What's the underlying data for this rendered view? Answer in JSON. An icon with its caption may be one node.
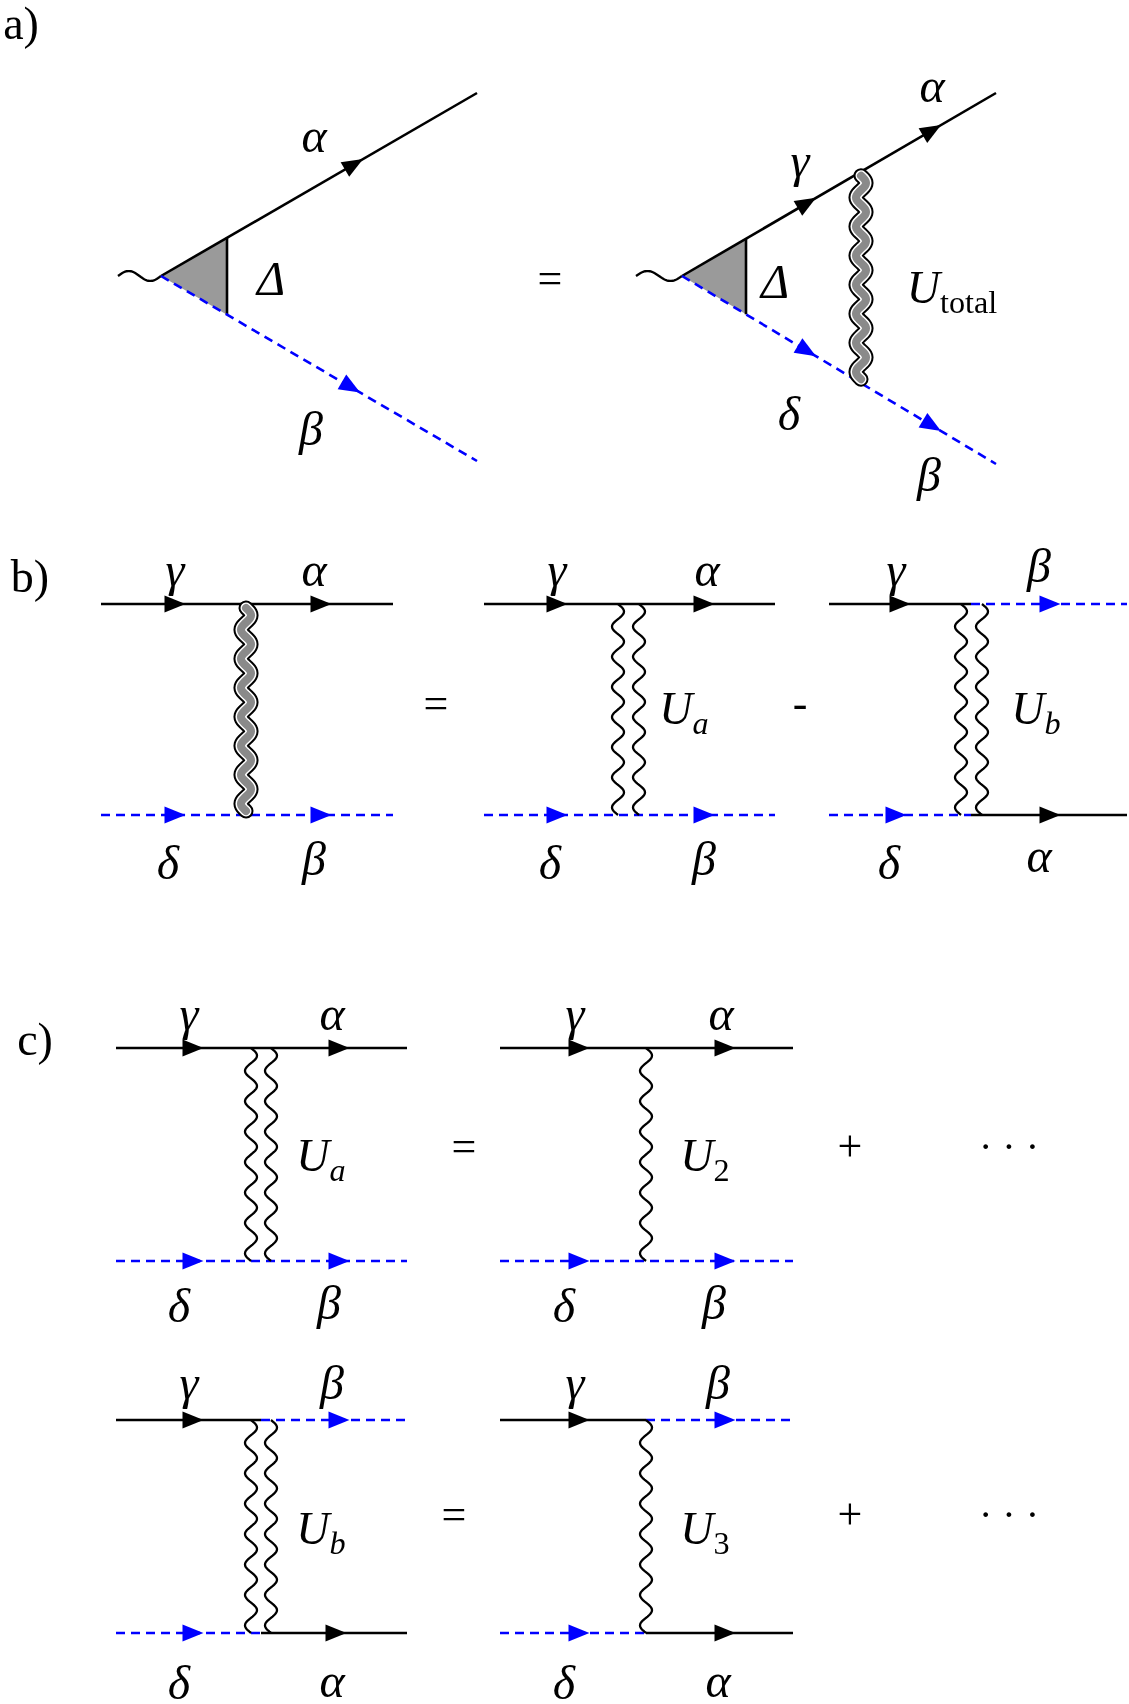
{
  "diagram": {
    "labels": [
      "a)",
      "α",
      "Δ",
      "β",
      "=",
      "α",
      "γ",
      "Δ",
      "*U*$_{total}$",
      "δ",
      "β",
      "b)",
      "γ",
      "α",
      "δ",
      "β",
      "=",
      "γ",
      "α",
      "U$_{a}$",
      "δ",
      "β",
      "-",
      "γ",
      "β",
      "U$_{b}$",
      "δ",
      "α",
      "c)",
      "γ",
      "α",
      "U$_{a}$",
      "δ",
      "β",
      "=",
      "γ",
      "α",
      "*U*$_{2}$",
      "δ",
      "β",
      "+",
      "· · ·",
      "γ",
      "β",
      "U$_{b}$",
      "δ",
      "α",
      "=",
      "γ",
      "β",
      "*U*$_{3}$",
      "δ",
      "α",
      "+",
      "· · ·"
    ]
  }
}
